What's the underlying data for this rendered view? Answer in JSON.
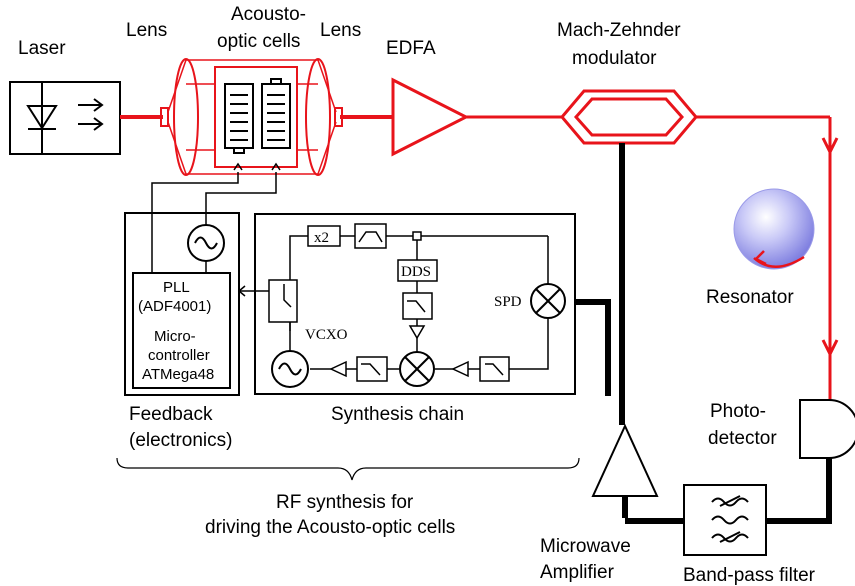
{
  "labels": {
    "laser": "Laser",
    "lens_left": "Lens",
    "aom_line1": "Acousto-",
    "aom_line2": "optic cells",
    "lens_right": "Lens",
    "edfa": "EDFA",
    "mzm_line1": "Mach-Zehnder",
    "mzm_line2": "modulator",
    "resonator": "Resonator",
    "photodetector_line1": "Photo-",
    "photodetector_line2": "detector",
    "microwave_line1": "Microwave",
    "microwave_line2": "Amplifier",
    "bandpass": "Band-pass filter",
    "feedback_line1": "Feedback",
    "feedback_line2": "(electronics)",
    "synthesis_chain": "Synthesis chain",
    "rf_line1": "RF synthesis for",
    "rf_line2": "driving the Acousto-optic cells"
  },
  "electronics": {
    "pll_line1": "PLL",
    "pll_line2": "(ADF4001)",
    "micro_line1": "Micro-",
    "micro_line2": "controller",
    "micro_line3": "ATMega48"
  },
  "synthesis": {
    "x2": "x2",
    "dds": "DDS",
    "spd": "SPD",
    "vcxo": "VCXO"
  },
  "colors": {
    "optical_path": "#e8141b",
    "electrical_path": "#000000",
    "resonator_fill": "#b8b8f5"
  }
}
